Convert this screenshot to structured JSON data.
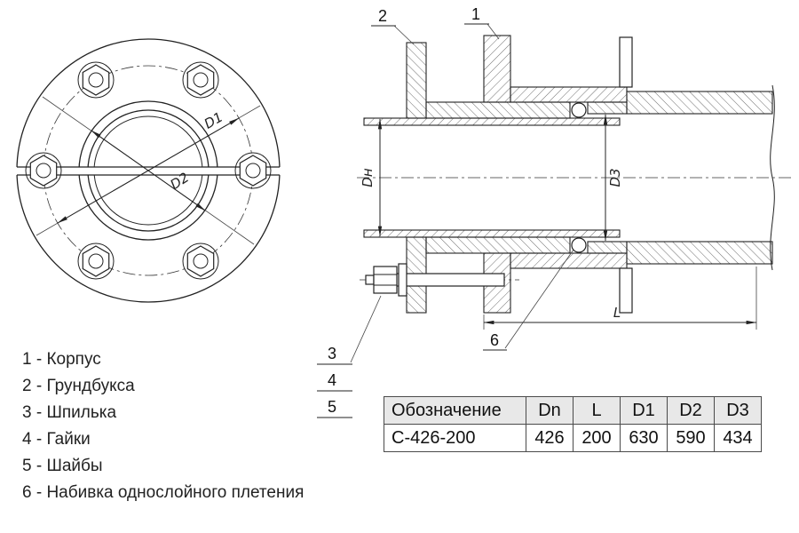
{
  "legend": {
    "items": [
      "1 - Корпус",
      "2 - Грундбукса",
      "3 - Шпилька",
      "4 - Гайки",
      "5 - Шайбы",
      "6 - Набивка однослойного плетения"
    ]
  },
  "table": {
    "headers": [
      "Обозначение",
      "Dn",
      "L",
      "D1",
      "D2",
      "D3"
    ],
    "rows": [
      [
        "С-426-200",
        "426",
        "200",
        "630",
        "590",
        "434"
      ]
    ]
  },
  "drawing": {
    "dims": {
      "d1": "D1",
      "d2": "D2",
      "dn": "Dн",
      "d3": "D3",
      "l": "L"
    },
    "callouts": {
      "c1": "1",
      "c2": "2",
      "c3": "3",
      "c4": "4",
      "c5": "5",
      "c6": "6"
    }
  }
}
